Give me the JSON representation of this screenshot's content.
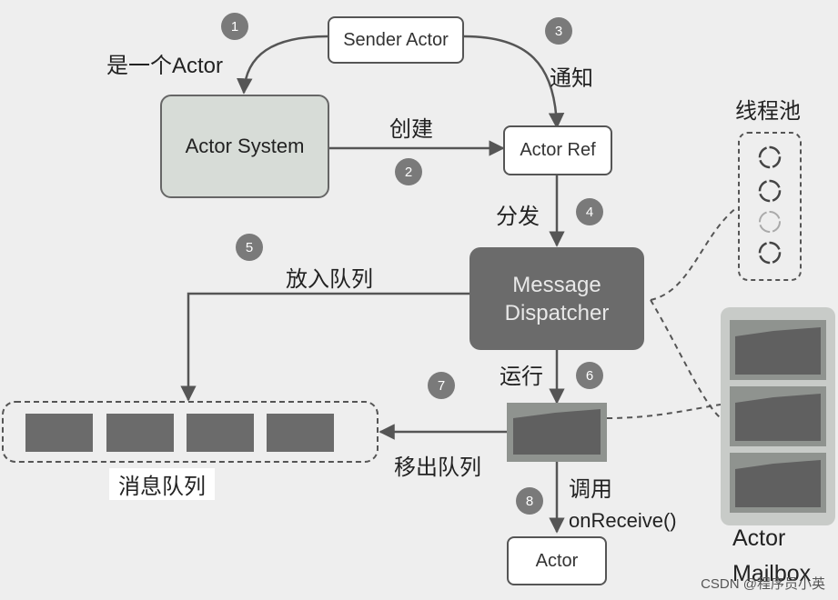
{
  "nodes": {
    "sender_actor": "Sender Actor",
    "actor_system": "Actor System",
    "actor_ref": "Actor Ref",
    "message_dispatcher_line1": "Message",
    "message_dispatcher_line2": "Dispatcher",
    "actor": "Actor",
    "actor_mailbox_line1": "Actor",
    "actor_mailbox_line2": "Mailbox",
    "thread_pool": "线程池",
    "message_queue": "消息队列"
  },
  "edges": {
    "is_an_actor": "是一个Actor",
    "notify": "通知",
    "create": "创建",
    "dispatch": "分发",
    "enqueue": "放入队列",
    "run": "运行",
    "dequeue": "移出队列",
    "invoke": "调用",
    "on_receive": "onReceive()"
  },
  "steps": [
    "1",
    "2",
    "3",
    "4",
    "5",
    "6",
    "7",
    "8"
  ],
  "footer": "CSDN @程序员小英",
  "colors": {
    "dark_box": "#6b6b6b",
    "actor_system_fill": "#d7dcd7",
    "mailbox_bg": "#c8cbc8",
    "step_circle": "#7a7a7a"
  }
}
